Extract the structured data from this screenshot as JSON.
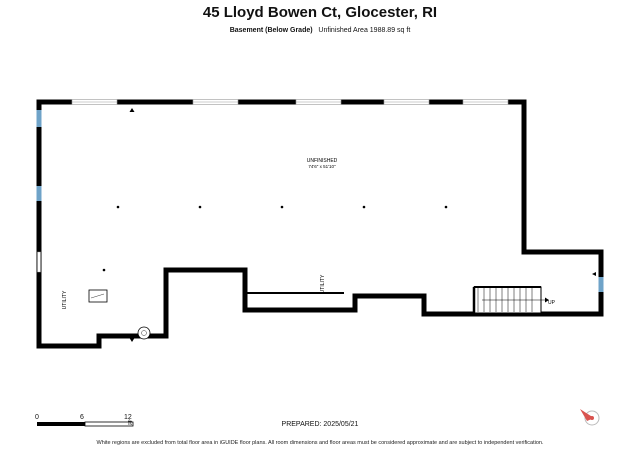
{
  "header": {
    "title": "45 Lloyd Bowen Ct, Glocester, RI",
    "floor_name": "Basement (Below Grade)",
    "area_text": "Unfinished Area 1988.89 sq ft"
  },
  "rooms": {
    "main_name": "UNFINISHED",
    "main_dims": "74'6\" x 51'10\"",
    "utility_left": "UTILITY",
    "utility_center": "UTILITY",
    "up_label": "UP"
  },
  "scale_bar": {
    "labels": [
      "0",
      "6",
      "12"
    ],
    "unit": "ft"
  },
  "prepared": "PREPARED:  2025/05/21",
  "footer": "White regions are excluded from total floor area in iGUIDE floor plans. All room dimensions and floor areas must be considered approximate and are subject to independent verification.",
  "colors": {
    "wall": "#000000",
    "window": "#bfd6e6",
    "door": "#6fa3c8",
    "compass": "#d9534f"
  }
}
